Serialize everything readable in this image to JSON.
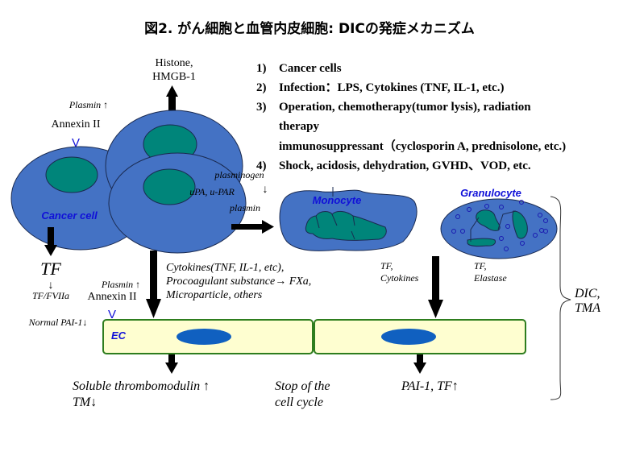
{
  "title": "図2. がん細胞と血管内皮細胞: DICの発症メカニズム",
  "causes": [
    {
      "num": "1)",
      "text": "Cancer cells"
    },
    {
      "num": "2)",
      "text": "Infection：LPS, Cytokines (TNF, IL-1, etc.)"
    },
    {
      "num": "3)",
      "text": "Operation, chemotherapy(tumor lysis), radiation",
      "cont": [
        "therapy",
        "immunosuppressant（cyclosporin A, prednisolone, etc.)"
      ]
    },
    {
      "num": "4)",
      "text": "Shock, acidosis, dehydration, GVHD、VOD, etc."
    }
  ],
  "labels": {
    "histone_line1": "Histone,",
    "histone_line2": "HMGB-1",
    "plasmin_top": "Plasmin ↑",
    "annexin_top": "Annexin II",
    "cancer_cell": "Cancer cell",
    "plasminogen": "plasminogen",
    "plasminogen_arrow": "↓",
    "upa": "uPA, u-PAR",
    "plasmin": "plasmin",
    "monocyte": "Monocyte",
    "granulocyte": "Granulocyte",
    "tf_big": "TF",
    "tf_arrow": "↓",
    "tf_fviia": "TF/FVIIa",
    "plasmin_mid": "Plasmin ↑",
    "annexin_mid": "Annexin II",
    "normal_pai": "Normal PAI-1↓",
    "cytokines_line1": "Cytokines(TNF, IL-1, etc),",
    "cytokines_line2": "Procoagulant substance→ FXa,",
    "cytokines_line3": "Microparticle, others",
    "mono_tf_line1": "TF,",
    "mono_tf_line2": "Cytokines",
    "gran_tf_line1": "TF,",
    "gran_tf_line2": "Elastase",
    "ec": "EC",
    "dic_line1": "DIC,",
    "dic_line2": "TMA",
    "soluble_tm": "Soluble thrombomodulin ↑",
    "tm_down": "TM↓",
    "stop_line1": "Stop of the",
    "stop_line2": "cell cycle",
    "pai_tf": "PAI-1, TF↑",
    "receptor": "V"
  },
  "colors": {
    "cell_blue": "#4472c4",
    "nucleus_teal": "#00857a",
    "ec_fill": "#fefed0",
    "ec_border": "#2e7d1e",
    "ec_nucleus": "#1060c0",
    "label_blue": "#1010d8"
  }
}
